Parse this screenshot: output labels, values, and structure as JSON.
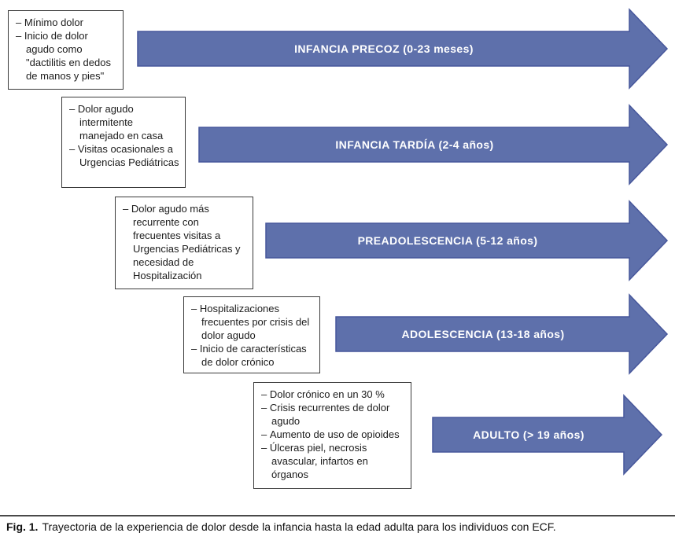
{
  "figure": {
    "colors": {
      "arrow_fill": "#5e70ab",
      "arrow_stroke": "#47579b",
      "box_border": "#3a3a3a",
      "rule_color": "#4a4a4a"
    },
    "stages": [
      {
        "label": "INFANCIA PRECOZ (0-23 meses)",
        "notes": [
          "Mínimo dolor",
          "Inicio de dolor agudo como \"dactilitis en dedos de manos y pies\""
        ]
      },
      {
        "label": "INFANCIA TARDÍA (2-4 años)",
        "notes": [
          "Dolor agudo intermitente manejado en casa",
          "Visitas ocasionales a Urgencias Pediátricas"
        ]
      },
      {
        "label": "PREADOLESCENCIA (5-12 años)",
        "notes": [
          "Dolor agudo más recurrente con frecuentes visitas a Urgencias Pediátricas y necesidad de Hospitalización"
        ]
      },
      {
        "label": "ADOLESCENCIA (13-18 años)",
        "notes": [
          "Hospitalizaciones frecuentes por crisis del dolor agudo",
          "Inicio de características de dolor crónico"
        ]
      },
      {
        "label": "ADULTO (> 19 años)",
        "notes": [
          "Dolor crónico en un 30 %",
          "Crisis recurrentes de dolor agudo",
          "Aumento de uso de opioides",
          "Úlceras piel, necrosis avascular, infartos en órganos"
        ]
      }
    ],
    "caption": {
      "label": "Fig. 1.",
      "text": "Trayectoria de la experiencia de dolor desde la infancia hasta la edad adulta para los individuos con ECF."
    }
  }
}
